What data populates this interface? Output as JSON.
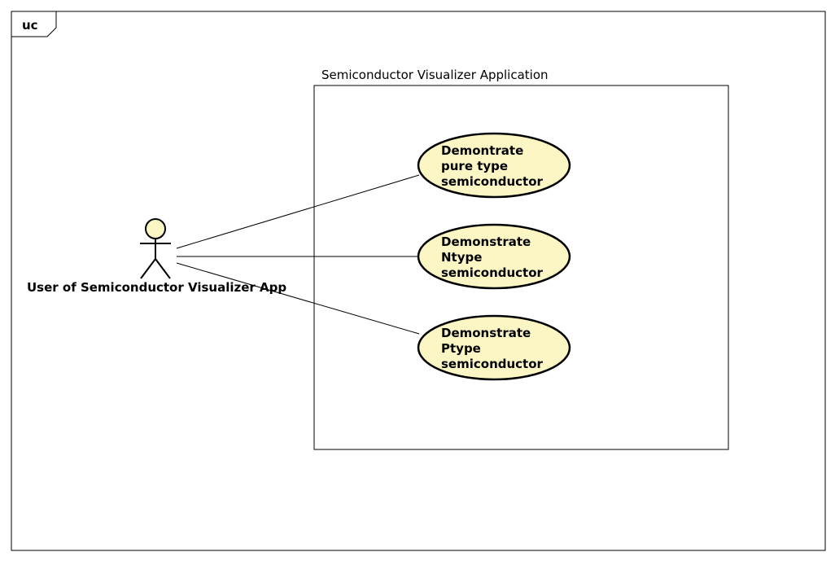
{
  "frame": {
    "tag": "uc"
  },
  "system": {
    "title": "Semiconductor Visualizer Application"
  },
  "actor": {
    "label": "User of Semiconductor Visualizer App"
  },
  "use_cases": [
    {
      "lines": [
        "Demontrate",
        "pure type",
        "semiconductor"
      ]
    },
    {
      "lines": [
        "Demonstrate",
        "Ntype",
        "semiconductor"
      ]
    },
    {
      "lines": [
        "Demonstrate",
        "Ptype",
        "semiconductor"
      ]
    }
  ],
  "colors": {
    "use_case_fill": "#fbf6c4",
    "actor_head_fill": "#fbf6c4",
    "stroke": "#000000"
  }
}
